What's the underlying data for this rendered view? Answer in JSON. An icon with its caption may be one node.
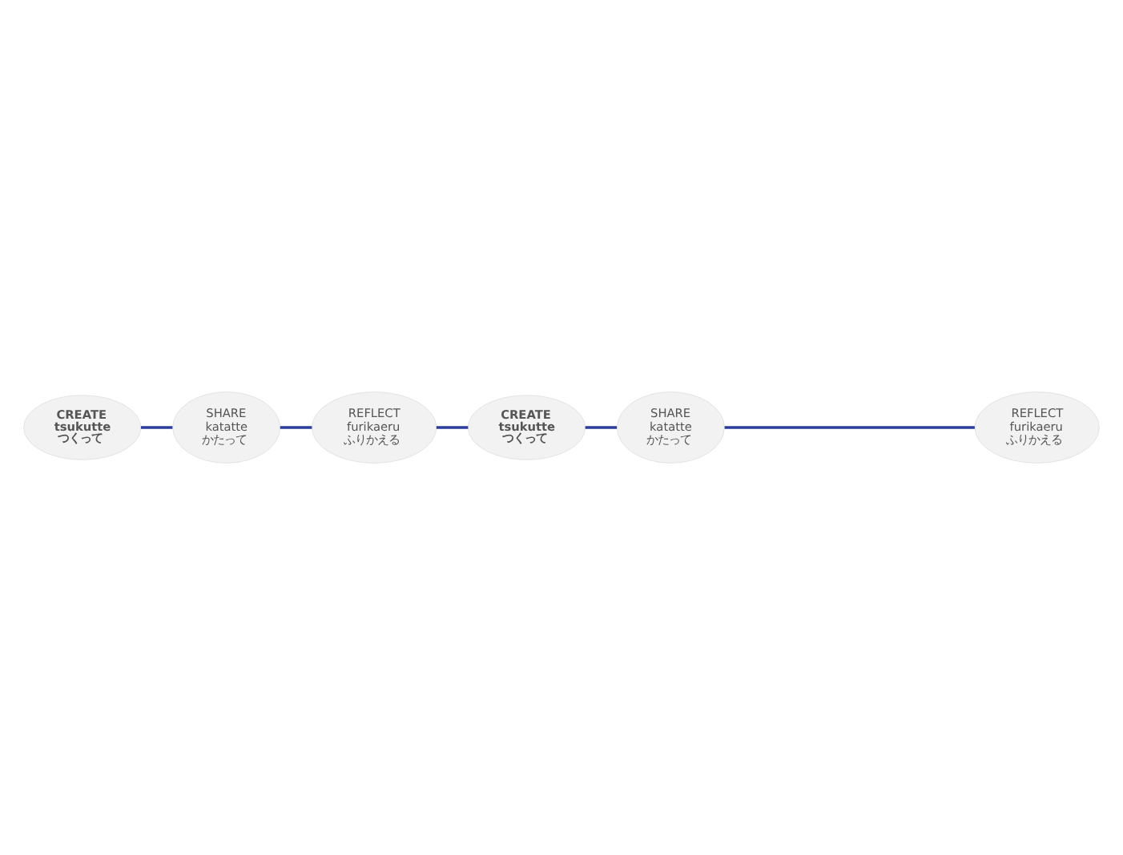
{
  "diagram": {
    "nodes": [
      {
        "text": [
          "SHARE",
          "katatte",
          "かたって"
        ]
      },
      {
        "text": [
          "REFLECT",
          "furikaeru",
          "ふりかえる"
        ]
      },
      {
        "text": [
          "CREATE",
          "tsukutte",
          "つくって"
        ]
      },
      {
        "text": [
          "CREATE",
          "tsukutte",
          "つくって"
        ]
      },
      {
        "text": [
          "SHARE",
          "katatte",
          "かたって"
        ]
      },
      {
        "text": [
          "REFLECT",
          "furikaeru",
          "ふりかえる"
        ]
      }
    ],
    "edges": [
      {
        "from": 2,
        "to": 4,
        "arrow": "none"
      },
      {
        "from": 4,
        "to": 5,
        "arrow": "none"
      },
      {
        "from": 5,
        "to": 3,
        "arrow": "none"
      },
      {
        "from": 3,
        "to": 0,
        "arrow": "none"
      },
      {
        "from": 0,
        "to": 1,
        "arrow": "none"
      }
    ]
  }
}
